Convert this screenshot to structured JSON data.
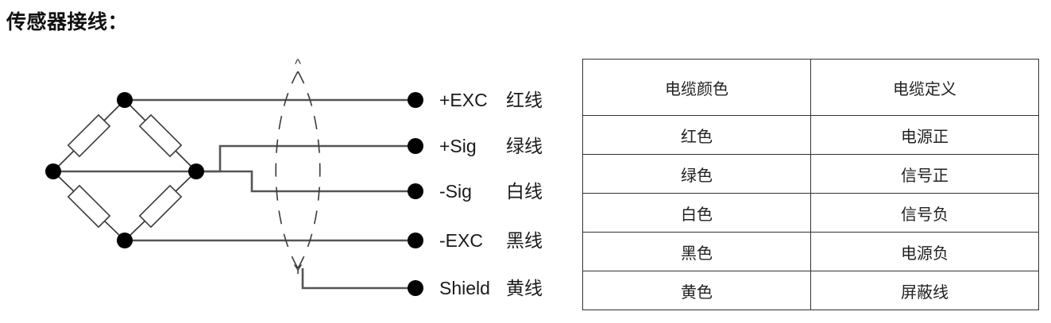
{
  "page": {
    "title": "传感器接线："
  },
  "diagram": {
    "name": "wheatstone-bridge-wiring-diagram",
    "shield": {
      "top_marker": "^",
      "bottom_marker": "Y"
    },
    "wires": [
      {
        "signal": "+EXC",
        "color_label": "红线"
      },
      {
        "signal": "+Sig",
        "color_label": "绿线"
      },
      {
        "signal": "-Sig",
        "color_label": "白线"
      },
      {
        "signal": "-EXC",
        "color_label": "黑线"
      },
      {
        "signal": "Shield",
        "color_label": "黄线"
      }
    ]
  },
  "table": {
    "headers": [
      "电缆颜色",
      "电缆定义"
    ],
    "rows": [
      [
        "红色",
        "电源正"
      ],
      [
        "绿色",
        "信号正"
      ],
      [
        "白色",
        "信号负"
      ],
      [
        "黑色",
        "电源负"
      ],
      [
        "黄色",
        "屏蔽线"
      ]
    ]
  },
  "colors": {
    "line": "#3a3a3a",
    "node": "#000000",
    "border": "#333333",
    "text": "#1a1a1a",
    "background": "#ffffff"
  }
}
